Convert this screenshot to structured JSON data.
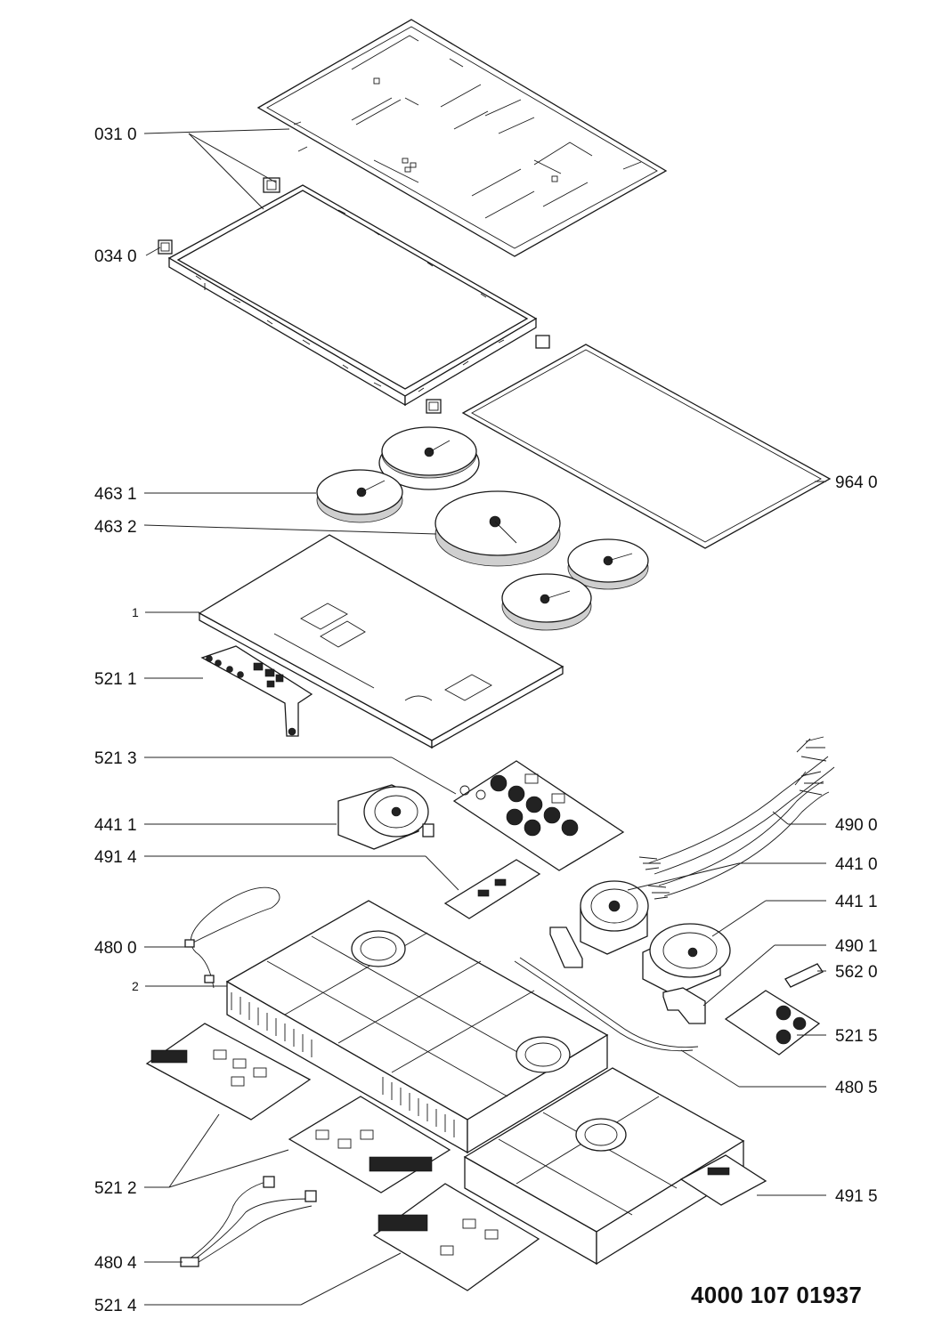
{
  "document_number": "4000 107 01937",
  "labels": {
    "l0310": "031 0",
    "l0340": "034 0",
    "l4631": "463 1",
    "l4632": "463 2",
    "l9640": "964 0",
    "l1": "1",
    "l5211": "521 1",
    "l5213": "521 3",
    "l4411a": "441 1",
    "l4914": "491 4",
    "l4900": "490 0",
    "l4410": "441 0",
    "l4411b": "441 1",
    "l4800": "480 0",
    "l4901": "490 1",
    "l5620": "562 0",
    "l2": "2",
    "l5215": "521 5",
    "l4805": "480 5",
    "l5212": "521 2",
    "l4915": "491 5",
    "l4804": "480 4",
    "l5214": "521 4"
  }
}
